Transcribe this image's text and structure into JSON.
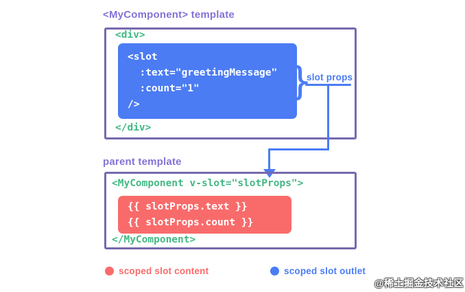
{
  "colors": {
    "background": "#ffffff",
    "box_border_purple": "#7769ae",
    "title_purple": "#8672d6",
    "code_green": "#42b883",
    "slot_block_blue": "#4b7cf4",
    "content_block_red": "#f96b6b",
    "arrow_blue": "#4a7cf5",
    "code_text_white": "#ffffff"
  },
  "component_template": {
    "title": "<MyComponent> template",
    "div_open": "<div>",
    "div_close": "</div>",
    "slot_block": {
      "lines": [
        "<slot",
        "  :text=\"greetingMessage\"",
        "  :count=\"1\"",
        "/>"
      ]
    }
  },
  "slot_props_annotation": {
    "brace": "}",
    "label": "slot props"
  },
  "parent_template": {
    "title": "parent template",
    "component_open": "<MyComponent v-slot=\"slotProps\">",
    "component_close": "</MyComponent>",
    "content_block": {
      "lines": [
        "{{ slotProps.text }}",
        "{{ slotProps.count }}"
      ]
    }
  },
  "legend": {
    "items": [
      {
        "label": "scoped slot content",
        "color": "#f96b6b"
      },
      {
        "label": "scoped slot outlet",
        "color": "#4a7cf5"
      }
    ]
  },
  "watermark": "@稀土掘金技术社区"
}
